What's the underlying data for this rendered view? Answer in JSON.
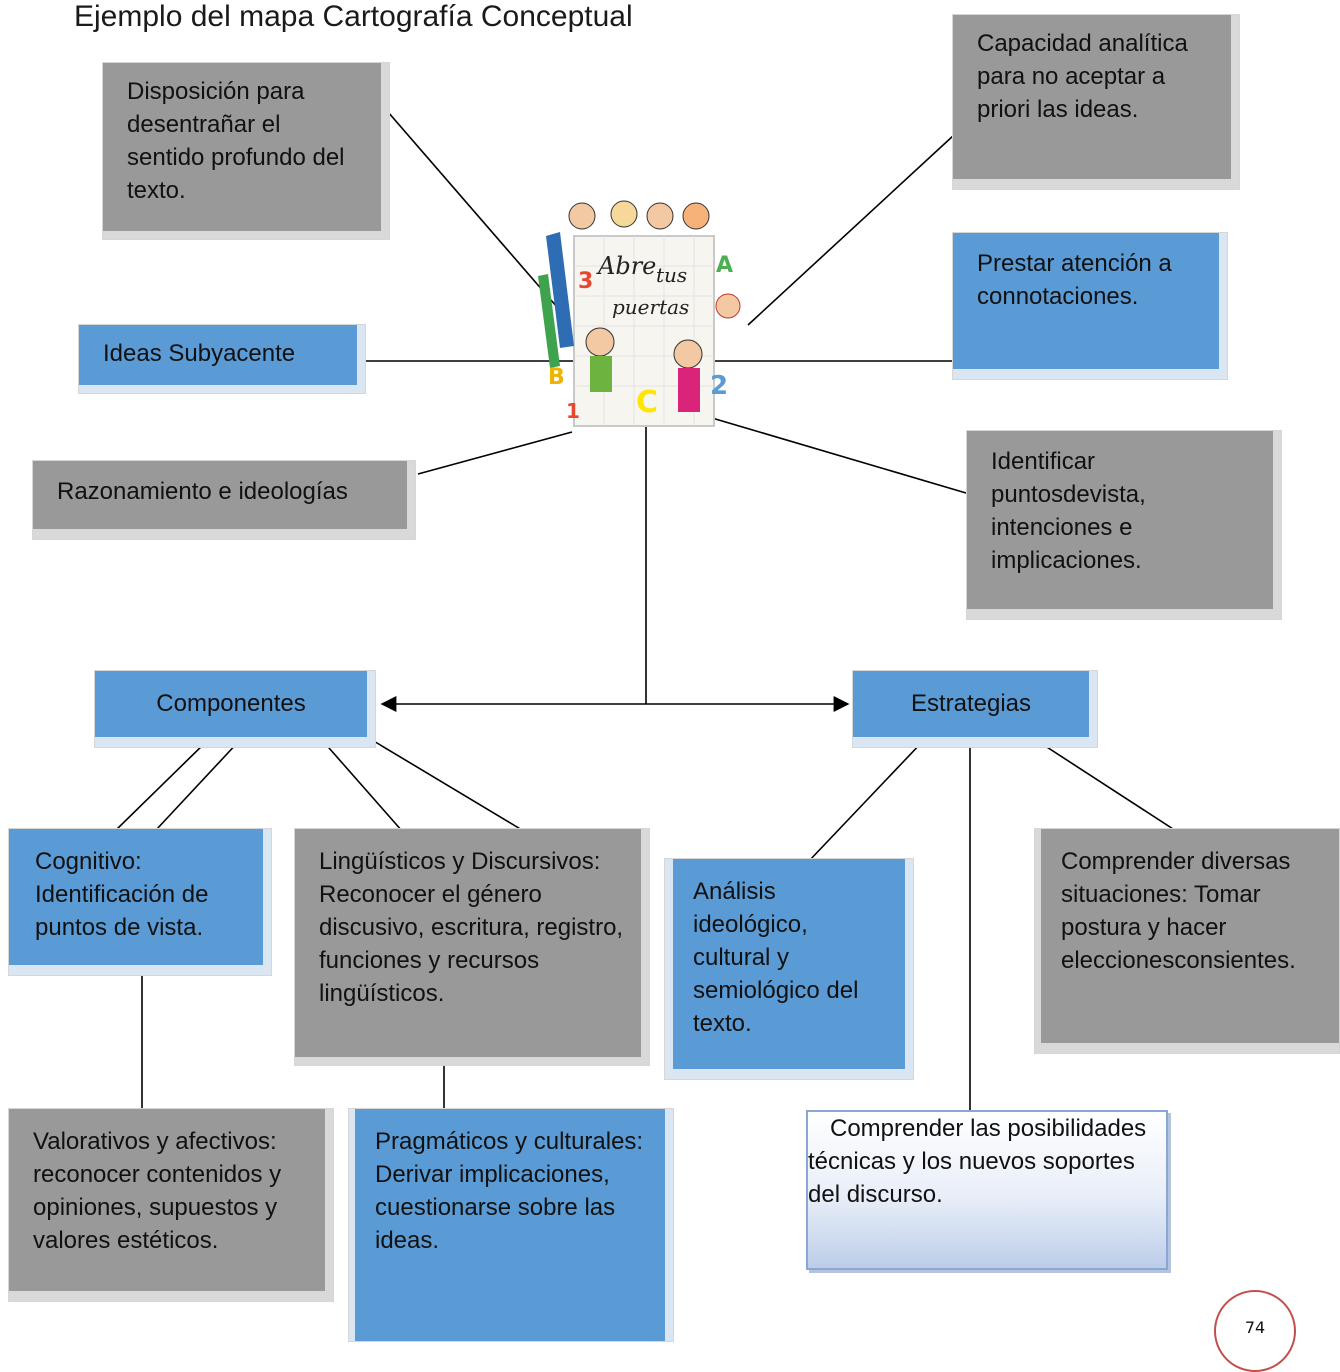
{
  "title": "Ejemplo del mapa Cartografía  Conceptual",
  "center_image": {
    "title_line1": "Abre",
    "title_line2": "tus",
    "title_line3": "puertas",
    "letters": [
      "3",
      "A",
      "B",
      "C",
      "2",
      "1"
    ]
  },
  "nodes": {
    "disposicion": "Disposición para desentrañar el sentido profundo del texto.",
    "ideas": "Ideas Subyacente",
    "razonamiento": "Razonamiento e ideologías",
    "capacidad": "Capacidad analítica para no aceptar a priori las ideas.",
    "prestar": "Prestar atención a connotaciones.",
    "identificar": "Identificar puntosdevista, intenciones e implicaciones.",
    "componentes": "Componentes",
    "estrategias": "Estrategias",
    "cognitivo": "Cognitivo: Identificación de puntos de vista.",
    "linguisticos": "Lingüísticos y Discursivos: Reconocer el género discusivo, escritura, registro, funciones y recursos lingüísticos.",
    "valorativos": "Valorativos y afectivos: reconocer contenidos y opiniones, supuestos y valores estéticos.",
    "pragmaticos": "Pragmáticos y culturales: Derivar implicaciones, cuestionarse sobre las ideas.",
    "analisis": "Análisis ideológico, cultural y semiológico del texto.",
    "comprender_soportes": "Comprender las posibilidades técnicas y los nuevos soportes del discurso.",
    "comprender_situaciones": "Comprender diversas situaciones: Tomar postura y hacer eleccionesconsientes."
  },
  "page_number": "74",
  "colors": {
    "gray_fill": "#999999",
    "blue_fill": "#5b9bd5",
    "line": "#000000",
    "page_circle": "#c0504d"
  }
}
